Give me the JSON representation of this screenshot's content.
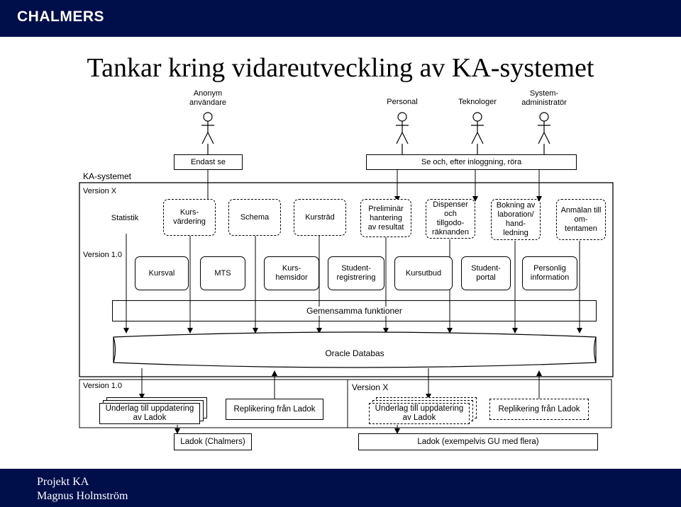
{
  "header": {
    "logo": "CHALMERS"
  },
  "title": "Tankar kring vidareutveckling av KA-systemet",
  "actors": {
    "anon": "Anonym\nanvändare",
    "personal": "Personal",
    "teknologer": "Teknologer",
    "sysadmin": "System-\nadministratör"
  },
  "access": {
    "endast": "Endast se",
    "se_och": "Se och, efter inloggning, röra"
  },
  "system_label": "KA-systemet",
  "version_x": "Version X",
  "version_1": "Version 1.0",
  "version_x_row": [
    "Statistik",
    "Kurs-\nvärdering",
    "Schema",
    "Kursträd",
    "Preliminär\nhantering\nav resultat",
    "Dispenser\noch\ntillgodo-\nräknanden",
    "Bokning av\nlaboration/\nhand-\nledning",
    "Anmälan till\nom-\ntentamen"
  ],
  "version_1_row": [
    "Kursval",
    "MTS",
    "Kurs-\nhemsidor",
    "Student-\nregistrering",
    "Kursutbud",
    "Student-\nportal",
    "Personlig\ninformation"
  ],
  "common": "Gemensamma funktioner",
  "db": "Oracle Databas",
  "ladok": {
    "v1_label": "Version 1.0",
    "vx_label": "Version X",
    "underlag1": "Underlag till uppdatering\nav Ladok",
    "replik1": "Replikering från Ladok",
    "underlag2": "Underlag till uppdatering\nav Ladok",
    "replik2": "Replikering från Ladok",
    "chalmers": "Ladok (Chalmers)",
    "exempel": "Ladok (exempelvis GU med flera)"
  },
  "footer": {
    "line1": "Projekt KA",
    "line2": "Magnus Holmström"
  },
  "colors": {
    "brand": "#000e4a"
  }
}
